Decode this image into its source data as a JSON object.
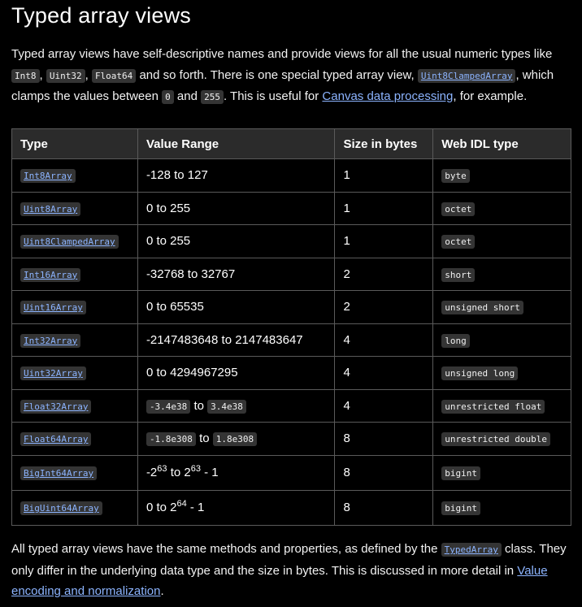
{
  "title": "Typed array views",
  "intro": {
    "t1": "Typed array views have self-descriptive names and provide views for all the usual numeric types like ",
    "c1": "Int8",
    "t2": ", ",
    "c2": "Uint32",
    "t3": ", ",
    "c3": "Float64",
    "t4": " and so forth. There is one special typed array view, ",
    "c4": "Uint8ClampedArray",
    "t5": ", which clamps the values between ",
    "c5": "0",
    "t6": " and ",
    "c6": "255",
    "t7": ". This is useful for ",
    "link": "Canvas data processing",
    "t8": ", for example."
  },
  "table": {
    "headers": [
      "Type",
      "Value Range",
      "Size in bytes",
      "Web IDL type"
    ],
    "rows": [
      {
        "type": "Int8Array",
        "range": "-128 to 127",
        "size": "1",
        "idl": "byte"
      },
      {
        "type": "Uint8Array",
        "range": "0 to 255",
        "size": "1",
        "idl": "octet"
      },
      {
        "type": "Uint8ClampedArray",
        "range": "0 to 255",
        "size": "1",
        "idl": "octet"
      },
      {
        "type": "Int16Array",
        "range": "-32768 to 32767",
        "size": "2",
        "idl": "short"
      },
      {
        "type": "Uint16Array",
        "range": "0 to 65535",
        "size": "2",
        "idl": "unsigned short"
      },
      {
        "type": "Int32Array",
        "range": "-2147483648 to 2147483647",
        "size": "4",
        "idl": "long"
      },
      {
        "type": "Uint32Array",
        "range": "0 to 4294967295",
        "size": "4",
        "idl": "unsigned long"
      },
      {
        "type": "Float32Array",
        "range_from": "-3.4e38",
        "range_sep": " to ",
        "range_to": "3.4e38",
        "size": "4",
        "idl": "unrestricted float"
      },
      {
        "type": "Float64Array",
        "range_from": "-1.8e308",
        "range_sep": " to ",
        "range_to": "1.8e308",
        "size": "8",
        "idl": "unrestricted double"
      },
      {
        "type": "BigInt64Array",
        "range_a": "-2",
        "range_a_exp": "63",
        "range_b": " to 2",
        "range_b_exp": "63",
        "range_c": " - 1",
        "size": "8",
        "idl": "bigint"
      },
      {
        "type": "BigUint64Array",
        "range_a": "0 to 2",
        "range_a_exp": "64",
        "range_c": " - 1",
        "size": "8",
        "idl": "bigint"
      }
    ]
  },
  "outro": {
    "t1": "All typed array views have the same methods and properties, as defined by the ",
    "c1": "TypedArray",
    "t2": " class. They only differ in the underlying data type and the size in bytes. This is discussed in more detail in ",
    "link": "Value encoding and normalization",
    "t3": "."
  }
}
